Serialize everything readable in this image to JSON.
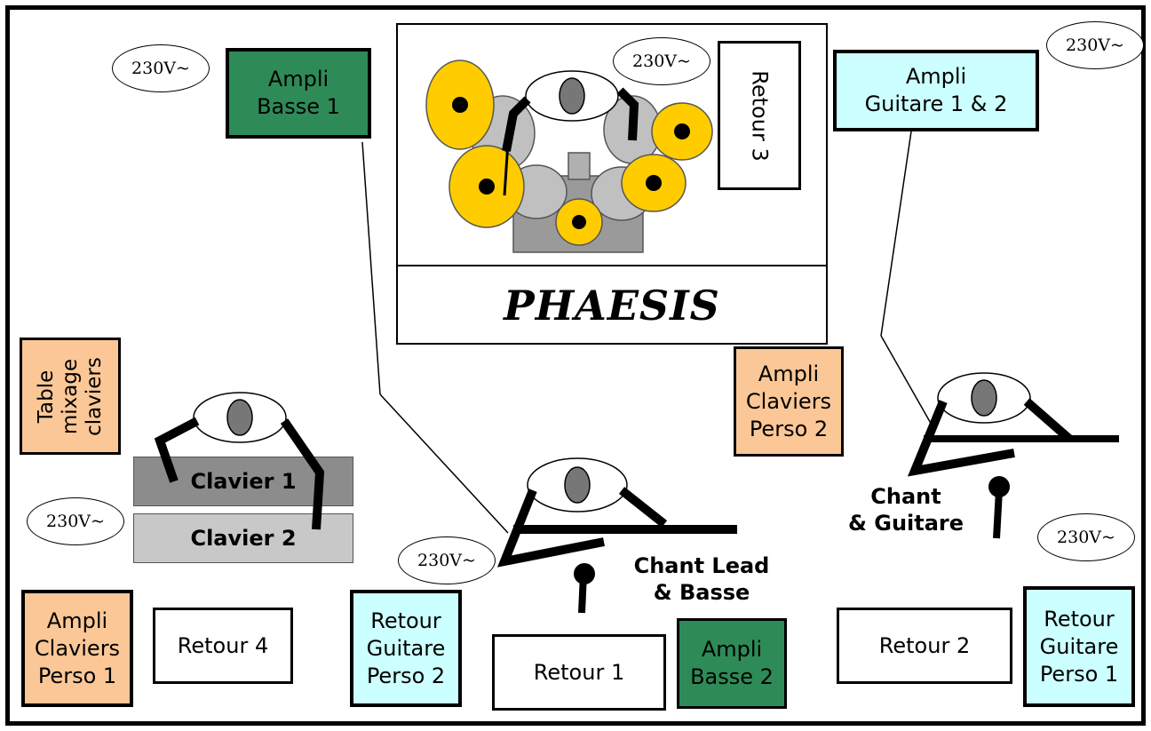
{
  "stage": {
    "band_name": "PHAESIS",
    "power_label": "230V~",
    "amps": {
      "bass_1": "Ampli\nBasse 1",
      "bass_2": "Ampli\nBasse 2",
      "guitar_1_2": "Ampli\nGuitare 1 & 2",
      "keys_perso_2": "Ampli\nClaviers\nPerso 2",
      "keys_perso_1": "Ampli\nClaviers\nPerso 1"
    },
    "monitors": {
      "retour_1": "Retour 1",
      "retour_2": "Retour 2",
      "retour_3": "Retour 3",
      "retour_4": "Retour 4",
      "retour_guitare_perso_2": "Retour\nGuitare\nPerso 2",
      "retour_guitare_perso_1": "Retour\nGuitare\nPerso 1"
    },
    "mixing_table": "Table\nmixage\nclaviers",
    "keyboards": {
      "clavier_1": "Clavier 1",
      "clavier_2": "Clavier 2"
    },
    "performers": {
      "lead": "Chant Lead\n& Basse",
      "guitar": "Chant\n& Guitare"
    },
    "colors": {
      "bass_amp": "#2e8b57",
      "guitar_amp": "#ccffff",
      "keys_amp": "#fbc797",
      "cymbal": "#ffcc00",
      "drum": "#c0c0c0"
    }
  }
}
